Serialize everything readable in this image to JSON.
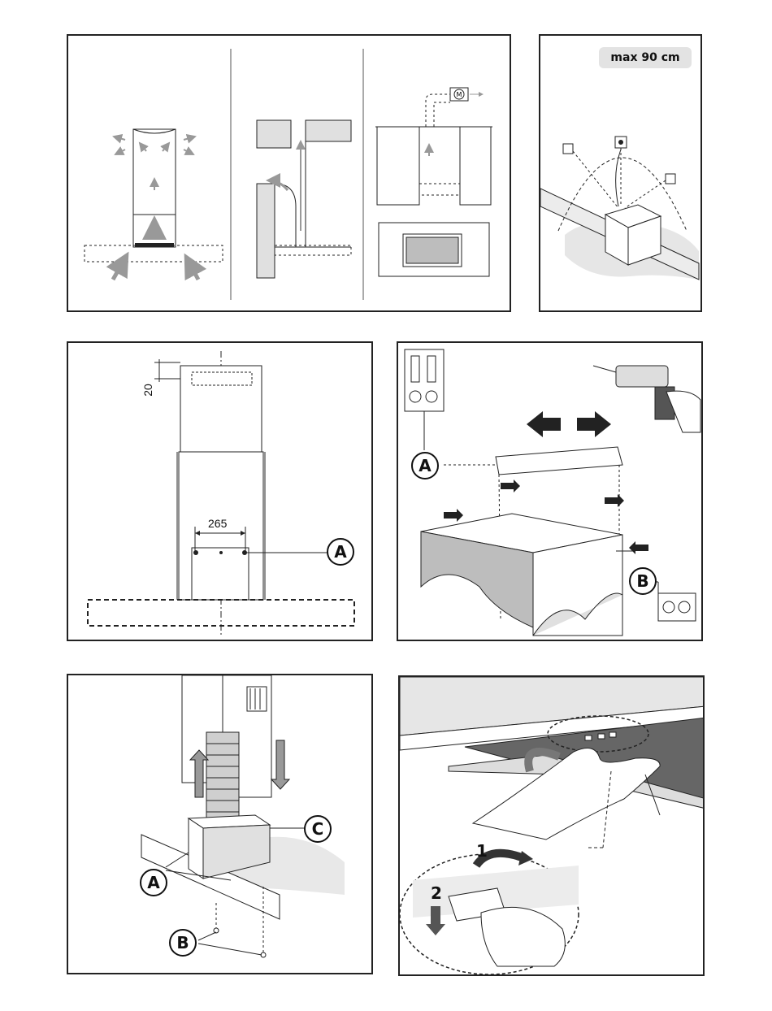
{
  "panel_top_right": {
    "max_label": "max 90 cm"
  },
  "panel_mid_left": {
    "dim_top": "20",
    "dim_width": "265",
    "callout_a": "A"
  },
  "panel_mid_right": {
    "callout_a": "A",
    "callout_b": "B"
  },
  "panel_bot_left": {
    "callout_a": "A",
    "callout_b": "B",
    "callout_c": "C"
  },
  "panel_bot_right": {
    "step_1": "1",
    "step_2": "2"
  },
  "icons": [
    "motor-icon",
    "drill-icon",
    "wall-plug-icon",
    "screw-icon",
    "hand-icon",
    "rotate-arrow-icon"
  ]
}
